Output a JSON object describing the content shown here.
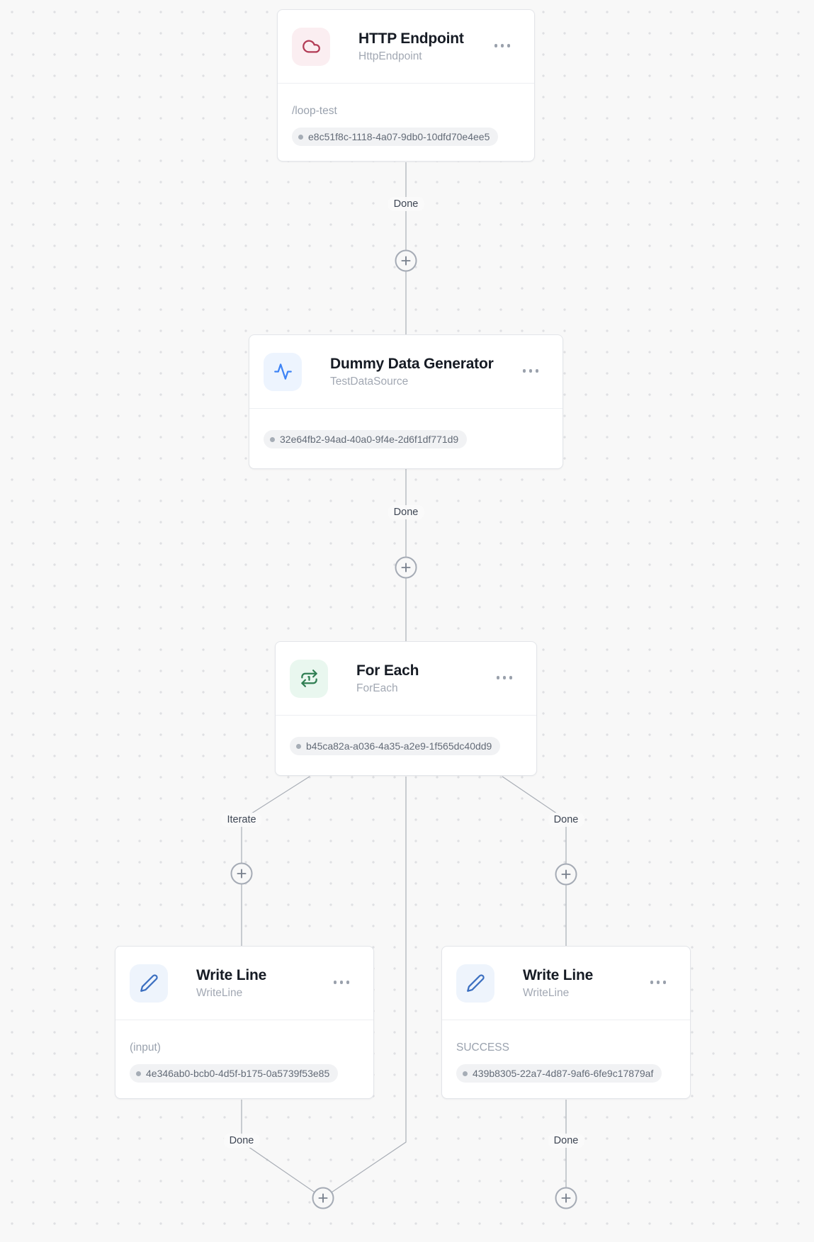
{
  "canvas": {
    "background_color": "#f8f8f8",
    "dot_color": "#dfe0e3"
  },
  "nodes": [
    {
      "title": "HTTP Endpoint",
      "subtitle": "HttpEndpoint",
      "icon": "cloud-icon",
      "icon_color": "#b23b55",
      "icon_bg": "#fbeef1",
      "detail": "/loop-test",
      "id": "e8c51f8c-1118-4a07-9db0-10dfd70e4ee5"
    },
    {
      "title": "Dummy Data Generator",
      "subtitle": "TestDataSource",
      "icon": "activity-icon",
      "icon_color": "#3d83f6",
      "icon_bg": "#edf4fe",
      "id": "32e64fb2-94ad-40a0-9f4e-2d6f1df771d9"
    },
    {
      "title": "For Each",
      "subtitle": "ForEach",
      "icon": "repeat-icon",
      "icon_color": "#2f7e52",
      "icon_bg": "#e9f7ef",
      "id": "b45ca82a-a036-4a35-a2e9-1f565dc40dd9"
    },
    {
      "title": "Write Line",
      "subtitle": "WriteLine",
      "icon": "pencil-icon",
      "icon_color": "#3b6fc0",
      "icon_bg": "#eef4fc",
      "detail": "(input)",
      "id": "4e346ab0-bcb0-4d5f-b175-0a5739f53e85"
    },
    {
      "title": "Write Line",
      "subtitle": "WriteLine",
      "icon": "pencil-icon",
      "icon_color": "#3b6fc0",
      "icon_bg": "#eef4fc",
      "detail": "SUCCESS",
      "id": "439b8305-22a7-4d87-9af6-6fe9c17879af"
    }
  ],
  "edges": [
    {
      "label": "Done"
    },
    {
      "label": "Done"
    },
    {
      "label": "Iterate"
    },
    {
      "label": "Done"
    },
    {
      "label": "Done"
    },
    {
      "label": "Done"
    }
  ]
}
